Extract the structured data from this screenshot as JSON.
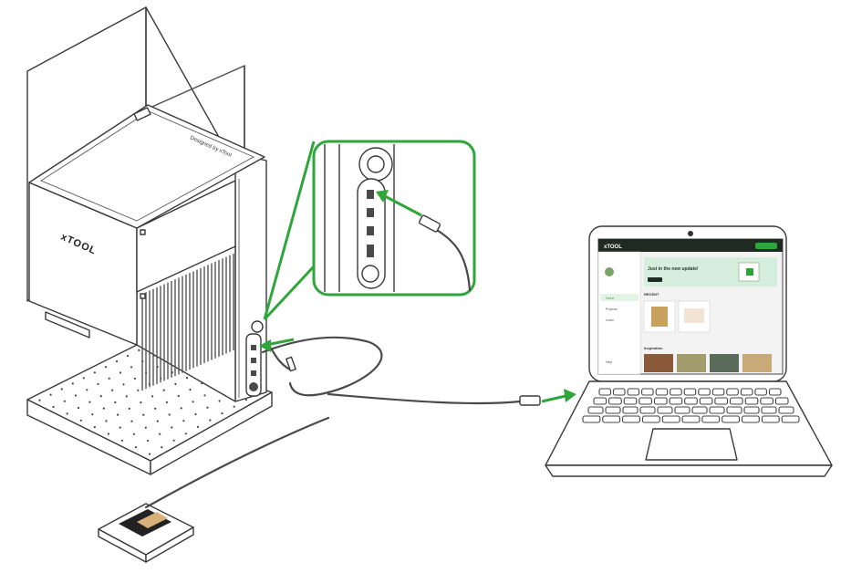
{
  "device": {
    "brand_text": "xTOOL",
    "lid_text": "Designed by xTool"
  },
  "laptop_screen": {
    "app_logo": "xTOOL",
    "banner_text": "Just in the new update!",
    "section_recent": "RECENT",
    "section_inspiration": "Inspiration",
    "sidebar_items": [
      "Home",
      "Projects",
      "Learn",
      "Help"
    ]
  },
  "colors": {
    "accent": "#2fa63b",
    "line": "#3a3a3a",
    "background": "#ffffff"
  },
  "icons": [
    "arrow-to-usb-port-icon",
    "arrow-to-laptop-icon",
    "camera-icon",
    "power-button-icon"
  ]
}
